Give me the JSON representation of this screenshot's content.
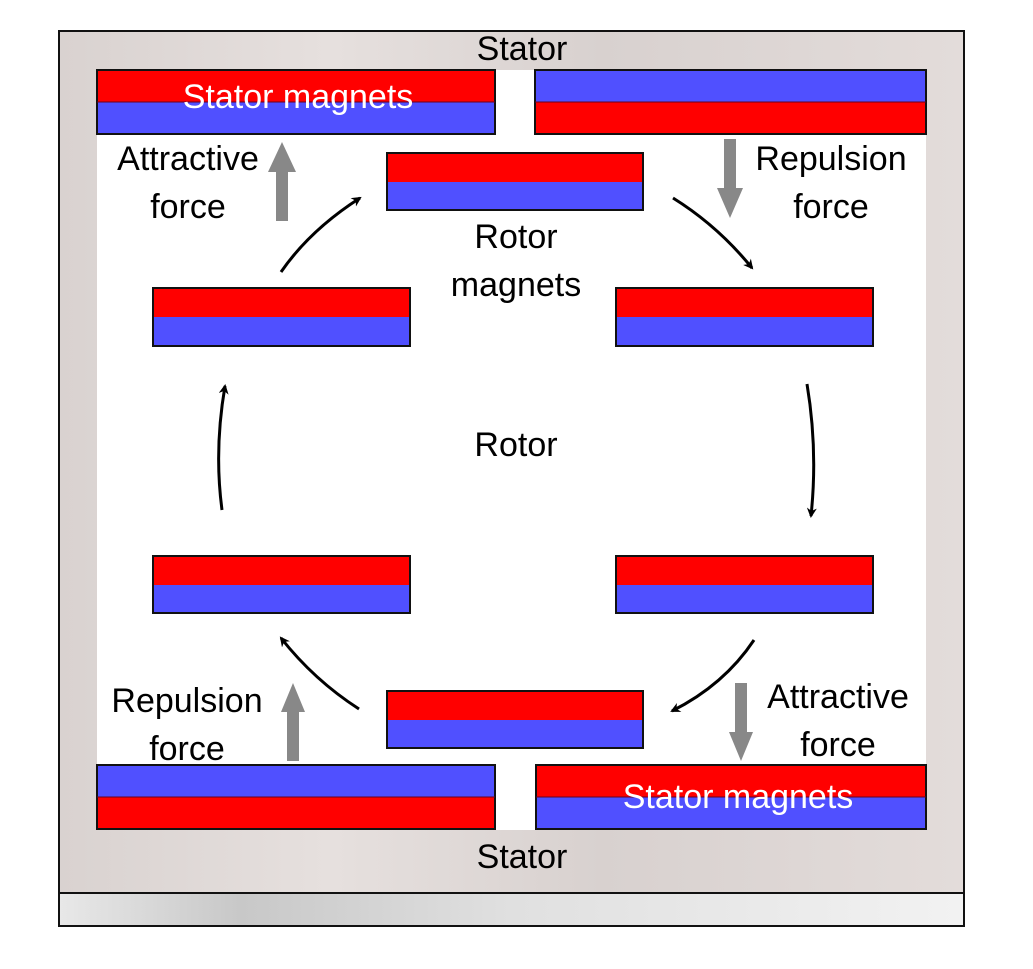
{
  "labels": {
    "stator_top": "Stator",
    "stator_bottom": "Stator",
    "stator_magnets_top": "Stator magnets",
    "stator_magnets_bottom": "Stator magnets",
    "rotor_magnets_line1": "Rotor",
    "rotor_magnets_line2": "magnets",
    "rotor": "Rotor",
    "top_left_force_line1": "Attractive",
    "top_left_force_line2": "force",
    "top_right_force_line1": "Repulsion",
    "top_right_force_line2": "force",
    "bottom_left_force_line1": "Repulsion",
    "bottom_left_force_line2": "force",
    "bottom_right_force_line1": "Attractive",
    "bottom_right_force_line2": "force"
  },
  "colors": {
    "north_pole": "#ff0000",
    "south_pole": "#5050ff",
    "force_arrow": "#888888",
    "rotation_arrow": "#000000",
    "stator_frame": "#ddd6d4"
  },
  "stator_magnets": [
    {
      "id": "top-left",
      "top_pole": "north",
      "bottom_pole": "south"
    },
    {
      "id": "top-right",
      "top_pole": "south",
      "bottom_pole": "north"
    },
    {
      "id": "bottom-left",
      "top_pole": "south",
      "bottom_pole": "north"
    },
    {
      "id": "bottom-right",
      "top_pole": "north",
      "bottom_pole": "south"
    }
  ],
  "rotor_magnets": [
    {
      "id": "top",
      "top_pole": "north",
      "bottom_pole": "south"
    },
    {
      "id": "upper-right",
      "top_pole": "north",
      "bottom_pole": "south"
    },
    {
      "id": "lower-right",
      "top_pole": "north",
      "bottom_pole": "south"
    },
    {
      "id": "bottom",
      "top_pole": "north",
      "bottom_pole": "south"
    },
    {
      "id": "lower-left",
      "top_pole": "north",
      "bottom_pole": "south"
    },
    {
      "id": "upper-left",
      "top_pole": "north",
      "bottom_pole": "south"
    }
  ],
  "rotation_direction": "clockwise"
}
